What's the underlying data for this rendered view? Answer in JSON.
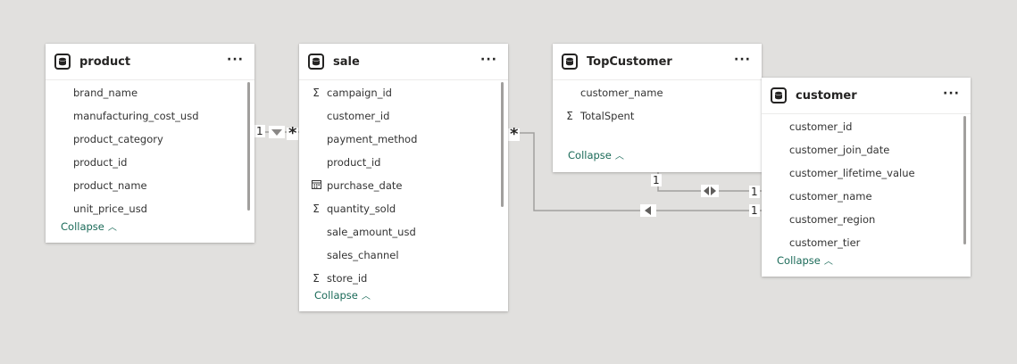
{
  "tables": {
    "product": {
      "title": "product",
      "fields": [
        {
          "name": "brand_name",
          "icon": ""
        },
        {
          "name": "manufacturing_cost_usd",
          "icon": ""
        },
        {
          "name": "product_category",
          "icon": ""
        },
        {
          "name": "product_id",
          "icon": ""
        },
        {
          "name": "product_name",
          "icon": ""
        },
        {
          "name": "unit_price_usd",
          "icon": ""
        }
      ],
      "collapse_label": "Collapse"
    },
    "sale": {
      "title": "sale",
      "fields": [
        {
          "name": "campaign_id",
          "icon": "sigma-icon"
        },
        {
          "name": "customer_id",
          "icon": ""
        },
        {
          "name": "payment_method",
          "icon": ""
        },
        {
          "name": "product_id",
          "icon": ""
        },
        {
          "name": "purchase_date",
          "icon": "calendar-icon"
        },
        {
          "name": "quantity_sold",
          "icon": "sigma-icon"
        },
        {
          "name": "sale_amount_usd",
          "icon": ""
        },
        {
          "name": "sales_channel",
          "icon": ""
        },
        {
          "name": "store_id",
          "icon": "sigma-icon"
        }
      ],
      "collapse_label": "Collapse"
    },
    "topcustomer": {
      "title": "TopCustomer",
      "fields": [
        {
          "name": "customer_name",
          "icon": ""
        },
        {
          "name": "TotalSpent",
          "icon": "sigma-icon"
        }
      ],
      "collapse_label": "Collapse"
    },
    "customer": {
      "title": "customer",
      "fields": [
        {
          "name": "customer_id",
          "icon": ""
        },
        {
          "name": "customer_join_date",
          "icon": ""
        },
        {
          "name": "customer_lifetime_value",
          "icon": ""
        },
        {
          "name": "customer_name",
          "icon": ""
        },
        {
          "name": "customer_region",
          "icon": ""
        },
        {
          "name": "customer_tier",
          "icon": ""
        }
      ],
      "collapse_label": "Collapse"
    }
  },
  "relationships": {
    "product_sale": {
      "from_card": "1",
      "to_card": "*",
      "direction": "single"
    },
    "sale_customer": {
      "from_card": "*",
      "to_card": "1",
      "direction": "single"
    },
    "topcustomer_customer": {
      "from_card": "1",
      "to_card": "1",
      "direction": "both"
    }
  },
  "more_label": "···",
  "colors": {
    "background": "#e1e0de",
    "line": "#a19f9d",
    "link": "#1a6a58"
  }
}
